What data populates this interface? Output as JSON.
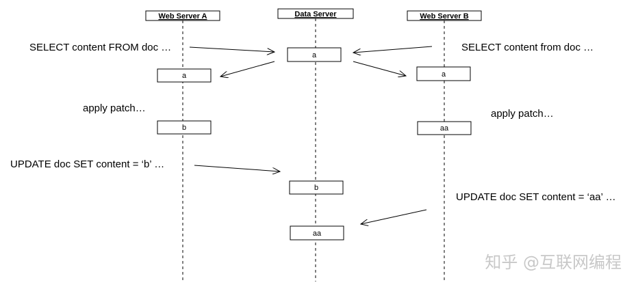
{
  "lanes": {
    "web_server_a": "Web Server A",
    "data_server": "Data Server",
    "web_server_b": "Web Server B"
  },
  "labels": {
    "select_a": "SELECT content FROM doc …",
    "select_b": "SELECT content from doc …",
    "patch_a": "apply patch…",
    "patch_b": "apply patch…",
    "update_a": "UPDATE doc SET content = ‘b’ …",
    "update_b": "UPDATE doc SET content = ‘aa’ …"
  },
  "boxes": {
    "ds_a": "a",
    "a_a": "a",
    "b_a": "a",
    "a_b": "b",
    "b_aa": "aa",
    "ds_b": "b",
    "ds_aa": "aa"
  },
  "watermark": "知乎 @互联网编程"
}
